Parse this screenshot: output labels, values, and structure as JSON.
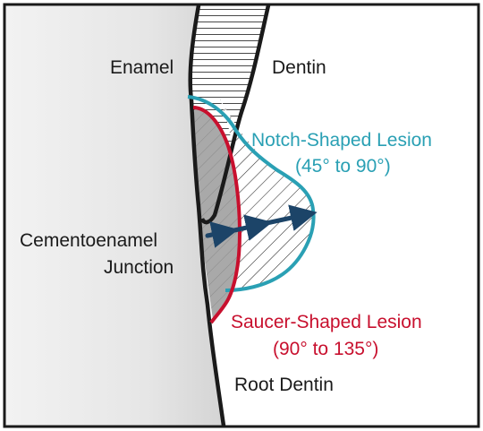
{
  "colors": {
    "frame": "#1a1a1a",
    "enamel_left_light": "#f2f2f2",
    "enamel_left_dark": "#d4d4d4",
    "saucer_fill": "#a9a9a9",
    "saucer_outline": "#c8102e",
    "notch_outline": "#2aa0b4",
    "arrow": "#1c4468",
    "text_default": "#1a1a1a"
  },
  "labels": {
    "enamel": "Enamel",
    "dentin": "Dentin",
    "notch_title": "Notch-Shaped Lesion",
    "notch_angle": "(45° to 90°)",
    "cej_line1": "Cementoenamel",
    "cej_line2": "Junction",
    "saucer_title": "Saucer-Shaped Lesion",
    "saucer_angle": "(90° to 135°)",
    "root_dentin": "Root Dentin"
  }
}
